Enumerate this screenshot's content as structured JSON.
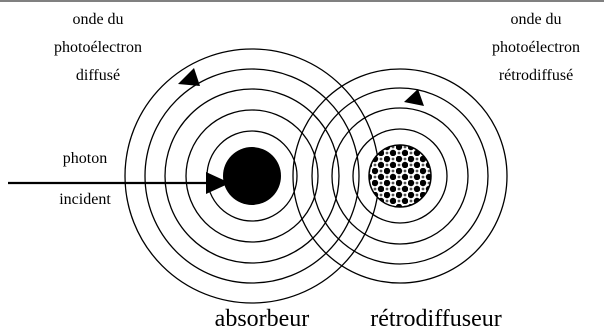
{
  "labels": {
    "left_wave_line1": "onde du",
    "left_wave_line2": "photoélectron",
    "left_wave_line3": "diffusé",
    "right_wave_line1": "onde du",
    "right_wave_line2": "photoélectron",
    "right_wave_line3": "rétrodiffusé",
    "photon_line1": "photon",
    "photon_line2": "incident",
    "absorber": "absorbeur",
    "backscatterer": "rétrodiffuseur"
  },
  "colors": {
    "line": "#000000",
    "absorber_fill": "#000000",
    "backscatterer_fill": "#ffffff",
    "backscatterer_pattern": "#000000"
  },
  "icons": {
    "left_wave_arrow": "triangle-arrowhead",
    "right_wave_arrow": "triangle-arrowhead",
    "photon_arrow": "arrowhead"
  }
}
